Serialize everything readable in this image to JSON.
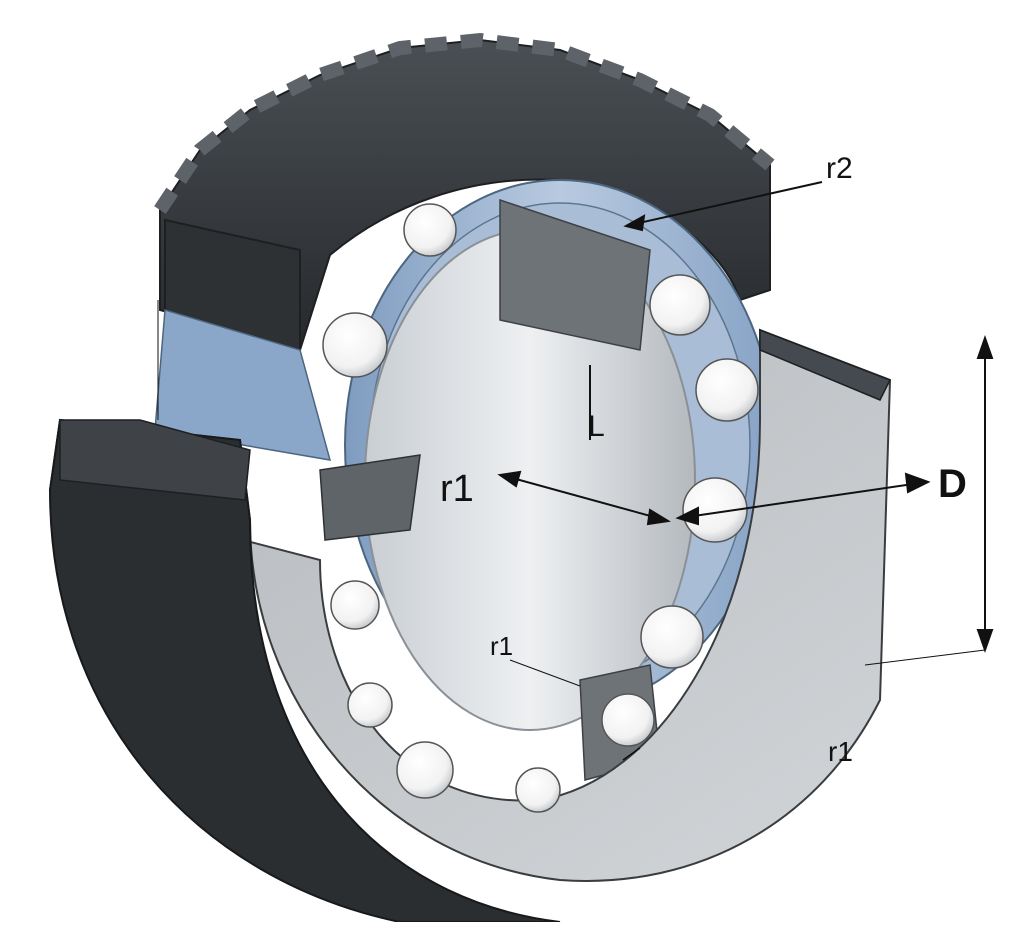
{
  "labels": {
    "r2": "r2",
    "L": "L",
    "r1_main": "r1",
    "D": "D",
    "r1_inner": "r1",
    "r1_outer": "r1"
  },
  "colors": {
    "gear": "#3b3f43",
    "gear_dark": "#222527",
    "gear_light": "#5a5f64",
    "outer_ring": "#c4c7ca",
    "outer_ring_side": "#2c2f32",
    "race_blue": "#8fa9c9",
    "race_blue_light": "#b9cbe0",
    "bore": "#d9dde1",
    "ball": "#ffffff",
    "dimension_line": "#111111"
  },
  "icons": [
    "ball-icon"
  ]
}
